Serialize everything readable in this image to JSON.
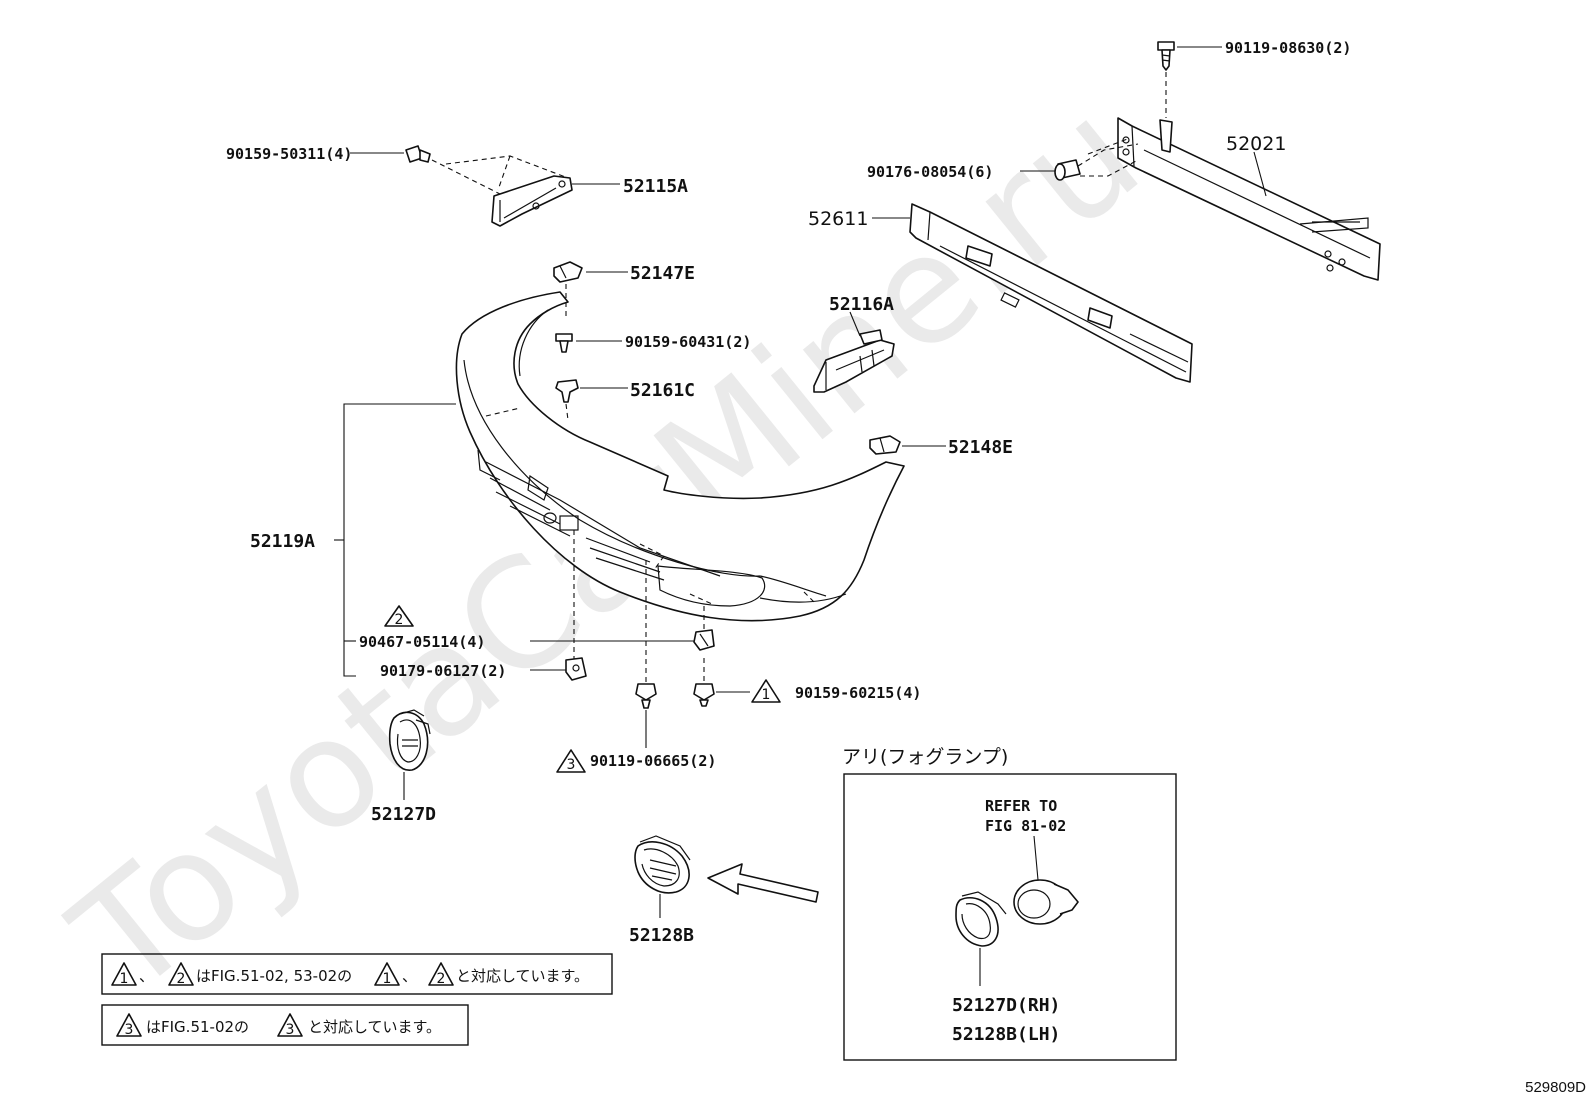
{
  "labels": {
    "p90119_08630": "90119-08630(2)",
    "p90159_50311": "90159-50311(4)",
    "p52115A": "52115A",
    "p52021": "52021",
    "p90176_08054": "90176-08054(6)",
    "p52611": "52611",
    "p52147E": "52147E",
    "p52116A": "52116A",
    "p90159_60431": "90159-60431(2)",
    "p52161C": "52161C",
    "p52148E": "52148E",
    "p52119A": "52119A",
    "p90467_05114": "90467-05114(4)",
    "p90179_06127": "90179-06127(2)",
    "p90159_60215": "90159-60215(4)",
    "p90119_06665": "90119-06665(2)",
    "p52127D": "52127D",
    "p52128B": "52128B"
  },
  "callouts": {
    "c1": "1",
    "c2": "2",
    "c3": "3"
  },
  "fog_option": {
    "title": "アリ(フォグランプ)",
    "refer_line1": "REFER TO",
    "refer_line2": "FIG 81-02",
    "rh": "52127D(RH)",
    "lh": "52128B(LH)"
  },
  "notes": {
    "note1_mid": "、",
    "note1_text": "はFIG.51-02, 53-02の",
    "note1_mid2": "、",
    "note1_end": "と対応しています。",
    "note2_text": "はFIG.51-02の",
    "note2_end": "と対応しています。"
  },
  "watermark": "ToyotaCarMine.ru",
  "figure_code": "529809D"
}
